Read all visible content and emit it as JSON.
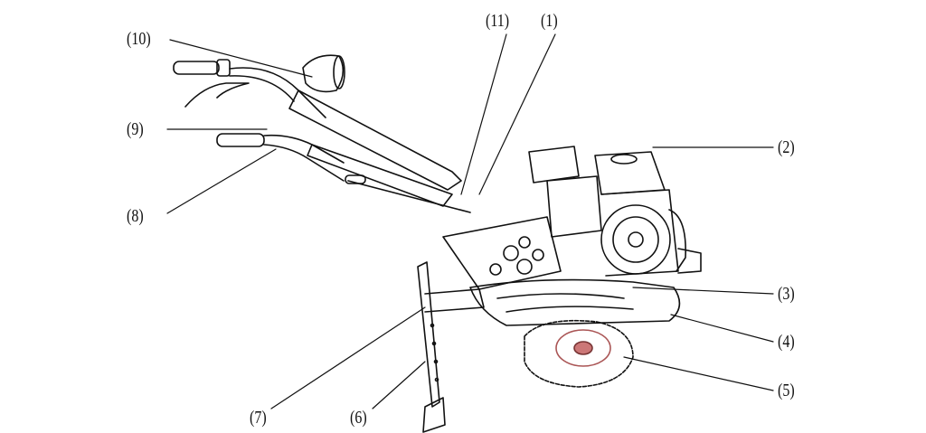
{
  "labels": {
    "l1": "(1)",
    "l2": "(2)",
    "l3": "(3)",
    "l4": "(4)",
    "l5": "(5)",
    "l6": "(6)",
    "l7": "(7)",
    "l8": "(8)",
    "l9": "(9)",
    "l10": "(10)",
    "l11": "(11)"
  }
}
